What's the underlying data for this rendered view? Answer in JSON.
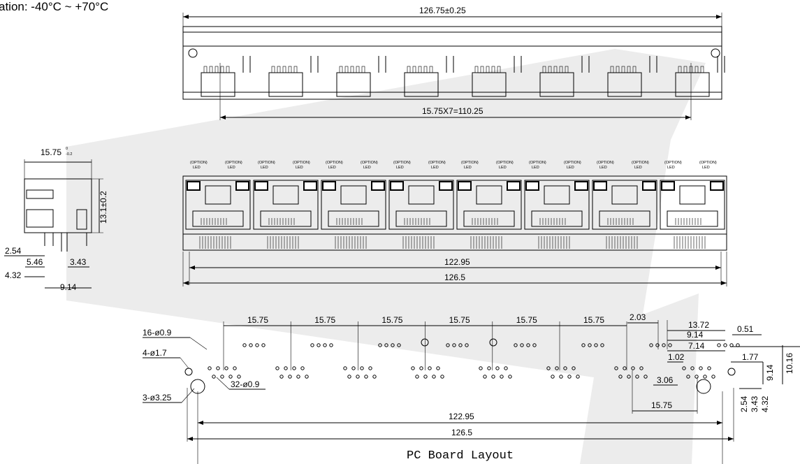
{
  "header_note": "ation: -40°C ~ +70°C",
  "top_view": {
    "overall_width": "126.75±0.25",
    "port_pitch": "15.75X7=110.25"
  },
  "side_view": {
    "depth": "15.75",
    "depth_tol_upper": "0",
    "depth_tol_lower": "-0.2",
    "height": "13.1±0.2",
    "dims": [
      "2.54",
      "5.46",
      "3.43",
      "4.32",
      "9.14"
    ]
  },
  "front_view": {
    "led_label_top": "(OPTION)",
    "led_label_bottom": "LED",
    "pin_span": "122.95",
    "body_width": "126.5"
  },
  "pcb_layout": {
    "title": "PC Board Layout",
    "pitches": [
      "15.75",
      "15.75",
      "15.75",
      "15.75",
      "15.75",
      "15.75"
    ],
    "holes": {
      "h1": "16-ø0.9",
      "h2": "4-ø1.7",
      "h3": "3-ø3.25",
      "h4": "32-ø0.9"
    },
    "right_dims": {
      "d203": "2.03",
      "d1372": "13.72",
      "d914": "9.14",
      "d051": "0.51",
      "d714": "7.14",
      "d102": "1.02",
      "d177": "1.77",
      "d306": "3.06",
      "d1575": "15.75",
      "v914": "9.14",
      "v1016": "10.16",
      "v254": "2.54",
      "v343": "3.43",
      "v432": "4.32"
    },
    "span": "122.95",
    "width": "126.5"
  }
}
